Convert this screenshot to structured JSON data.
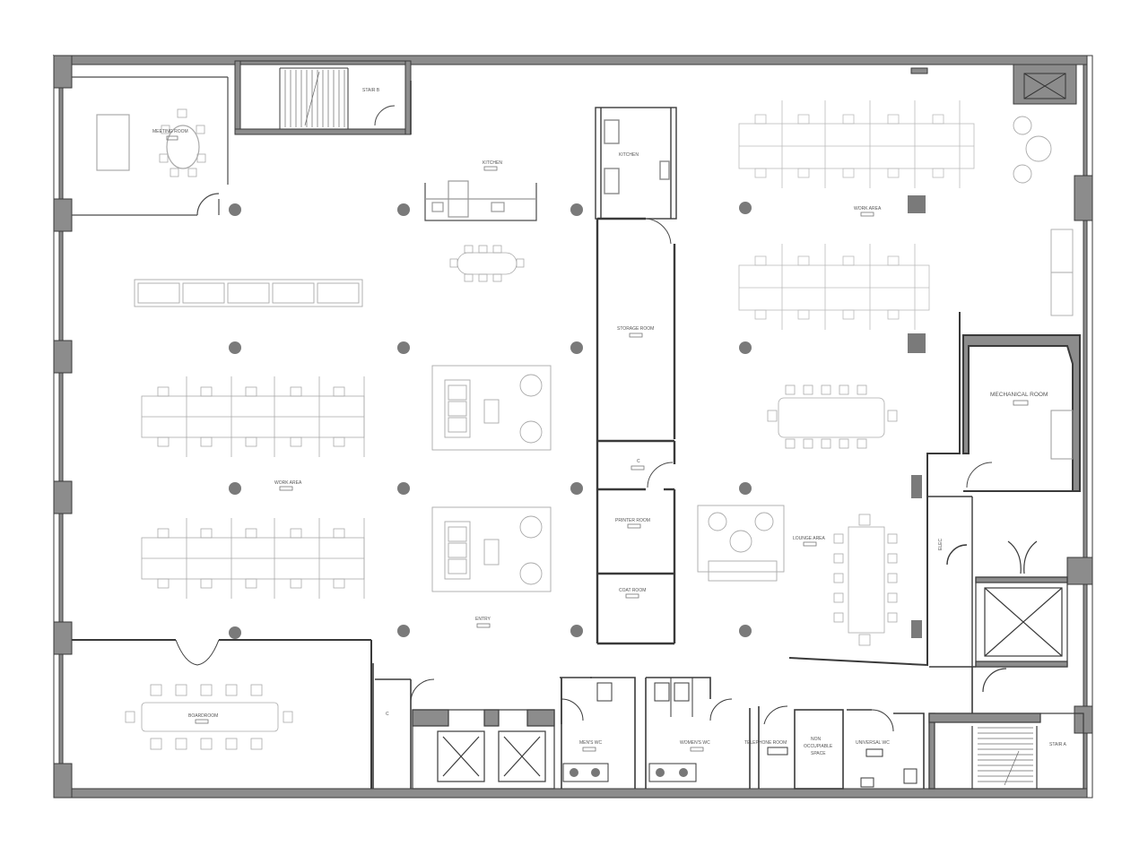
{
  "rooms": {
    "meeting_room": "MEETING ROOM",
    "stair_b": "STAIR B",
    "kitchen_main": "KITCHEN",
    "kitchen_small": "KITCHEN",
    "work_area_ne": "WORK AREA",
    "storage_room": "STORAGE ROOM",
    "mechanical_room": "MECHANICAL ROOM",
    "work_area_w": "WORK AREA",
    "closet": "C",
    "printer_room": "PRINTER ROOM",
    "lounge_area": "LOUNGE AREA",
    "coat_room": "COAT ROOM",
    "entry": "ENTRY",
    "boardroom": "BOARDROOM",
    "closet_small": "C",
    "mens_wc": "MEN'S WC",
    "womens_wc": "WOMEN'S WC",
    "telephone_room": "TELEPHONE ROOM",
    "non_occupiable_1": "NON",
    "non_occupiable_2": "OCCUPIABLE",
    "non_occupiable_3": "SPACE",
    "universal_wc": "UNIVERSAL WC",
    "stair_a": "STAIR A",
    "elec": "ELEC"
  },
  "colors": {
    "wall": "#8c8c8c",
    "column": "#7a7a7a",
    "line": "#4a4a4a",
    "furniture": "#b8b8b8"
  }
}
